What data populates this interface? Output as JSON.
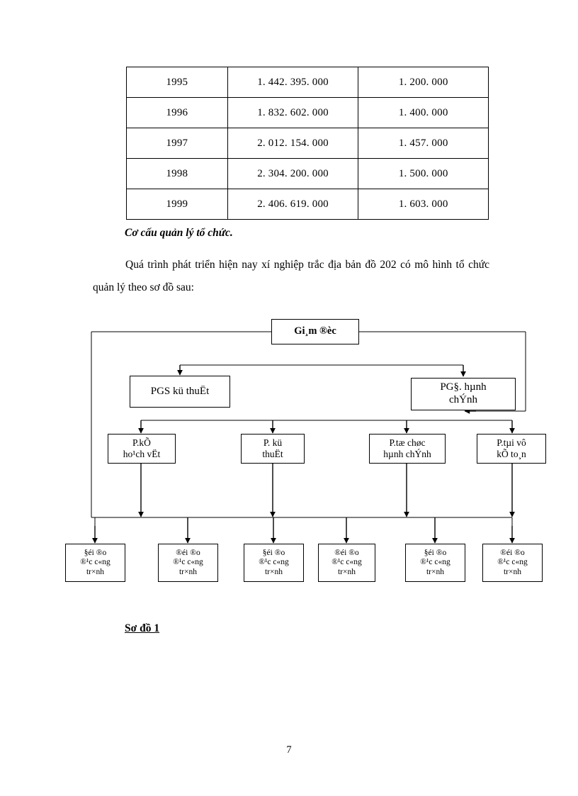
{
  "table": {
    "columns": [
      "year",
      "revenue",
      "quantity"
    ],
    "rows": [
      {
        "year": "1995",
        "revenue": "1. 442. 395. 000",
        "quantity": "1. 200. 000"
      },
      {
        "year": "1996",
        "revenue": "1. 832. 602. 000",
        "quantity": "1. 400. 000"
      },
      {
        "year": "1997",
        "revenue": "2. 012. 154. 000",
        "quantity": "1. 457. 000"
      },
      {
        "year": "1998",
        "revenue": "2. 304. 200. 000",
        "quantity": "1. 500. 000"
      },
      {
        "year": "1999",
        "revenue": "2. 406. 619. 000",
        "quantity": "1. 603. 000"
      }
    ]
  },
  "body": {
    "section_heading": "Cơ cấu quản lý tổ chức.",
    "paragraph_line_1": "Quá trình phát triển hiện nay xí nghiệp trắc địa bản đồ 202 có mô hình tổ",
    "paragraph_line_2": "chức quản lý theo sơ đồ sau:"
  },
  "org_chart": {
    "root": {
      "label": "Gi¸m ®èc"
    },
    "level2": [
      {
        "label": "PGS kü thuËt"
      },
      {
        "line1": "PG§. hµnh",
        "line2": "chÝnh"
      }
    ],
    "level3": [
      {
        "line1": "P.kÕ",
        "line2": "ho¹ch vËt"
      },
      {
        "line1": "P. kü",
        "line2": "thuËt"
      },
      {
        "line1": "P.tæ chøc",
        "line2": "hµnh  chÝnh"
      },
      {
        "line1": "P.tµi vô",
        "line2": "kÕ to¸n"
      }
    ],
    "level4": [
      {
        "line1": "§éi ®o",
        "line2": "®¹c c«ng",
        "line3": "tr×nh"
      },
      {
        "line1": "®éi ®o",
        "line2": "®¹c c«ng",
        "line3": "tr×nh"
      },
      {
        "line1": "§éi ®o",
        "line2": "®¹c c«ng",
        "line3": "tr×nh"
      },
      {
        "line1": "®éi ®o",
        "line2": "®¹c c«ng",
        "line3": "tr×nh"
      },
      {
        "line1": "§éi ®o",
        "line2": "®¹c c«ng",
        "line3": "tr×nh"
      },
      {
        "line1": "®éi ®o",
        "line2": "®¹c c«ng",
        "line3": "tr×nh"
      }
    ]
  },
  "caption": "Sơ đồ 1",
  "page_number": "7"
}
